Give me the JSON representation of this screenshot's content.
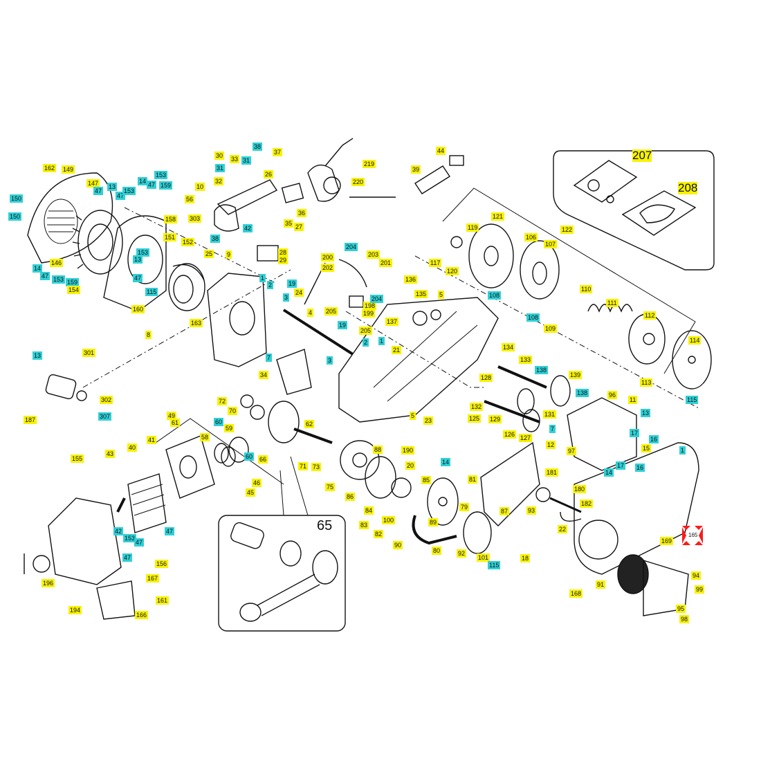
{
  "diagram": {
    "type": "exploded-parts-diagram",
    "highlight_color": "#f7f200",
    "alt_color": "#2fd0d6",
    "marker_color": "#ff1a1a"
  },
  "labels": [
    {
      "t": "162",
      "c": "y"
    },
    {
      "t": "149",
      "c": "y"
    },
    {
      "t": "150",
      "c": "c"
    },
    {
      "t": "150",
      "c": "c"
    },
    {
      "t": "147",
      "c": "y"
    },
    {
      "t": "47",
      "c": "c"
    },
    {
      "t": "13",
      "c": "c"
    },
    {
      "t": "47",
      "c": "c"
    },
    {
      "t": "153",
      "c": "c"
    },
    {
      "t": "14",
      "c": "c"
    },
    {
      "t": "47",
      "c": "c"
    },
    {
      "t": "153",
      "c": "c"
    },
    {
      "t": "159",
      "c": "c"
    },
    {
      "t": "158",
      "c": "y"
    },
    {
      "t": "151",
      "c": "y"
    },
    {
      "t": "152",
      "c": "y"
    },
    {
      "t": "146",
      "c": "y"
    },
    {
      "t": "14",
      "c": "c"
    },
    {
      "t": "47",
      "c": "c"
    },
    {
      "t": "153",
      "c": "c"
    },
    {
      "t": "159",
      "c": "c"
    },
    {
      "t": "154",
      "c": "y"
    },
    {
      "t": "13",
      "c": "c"
    },
    {
      "t": "153",
      "c": "c"
    },
    {
      "t": "47",
      "c": "c"
    },
    {
      "t": "115",
      "c": "c"
    },
    {
      "t": "160",
      "c": "y"
    },
    {
      "t": "38",
      "c": "c"
    },
    {
      "t": "25",
      "c": "y"
    },
    {
      "t": "9",
      "c": "y"
    },
    {
      "t": "30",
      "c": "y"
    },
    {
      "t": "33",
      "c": "y"
    },
    {
      "t": "31",
      "c": "c"
    },
    {
      "t": "31",
      "c": "c"
    },
    {
      "t": "38",
      "c": "c"
    },
    {
      "t": "26",
      "c": "y"
    },
    {
      "t": "32",
      "c": "y"
    },
    {
      "t": "10",
      "c": "y"
    },
    {
      "t": "56",
      "c": "y"
    },
    {
      "t": "303",
      "c": "y"
    },
    {
      "t": "42",
      "c": "c"
    },
    {
      "t": "37",
      "c": "y"
    },
    {
      "t": "36",
      "c": "y"
    },
    {
      "t": "35",
      "c": "y"
    },
    {
      "t": "27",
      "c": "y"
    },
    {
      "t": "28",
      "c": "y"
    },
    {
      "t": "29",
      "c": "y"
    },
    {
      "t": "219",
      "c": "y"
    },
    {
      "t": "220",
      "c": "y"
    },
    {
      "t": "44",
      "c": "y"
    },
    {
      "t": "39",
      "c": "y"
    },
    {
      "t": "204",
      "c": "c"
    },
    {
      "t": "200",
      "c": "y"
    },
    {
      "t": "202",
      "c": "y"
    },
    {
      "t": "203",
      "c": "y"
    },
    {
      "t": "201",
      "c": "y"
    },
    {
      "t": "1",
      "c": "c"
    },
    {
      "t": "2",
      "c": "c"
    },
    {
      "t": "19",
      "c": "c"
    },
    {
      "t": "24",
      "c": "y"
    },
    {
      "t": "3",
      "c": "c"
    },
    {
      "t": "4",
      "c": "y"
    },
    {
      "t": "205",
      "c": "y"
    },
    {
      "t": "198",
      "c": "y"
    },
    {
      "t": "204",
      "c": "c"
    },
    {
      "t": "199",
      "c": "y"
    },
    {
      "t": "19",
      "c": "c"
    },
    {
      "t": "205",
      "c": "y"
    },
    {
      "t": "2",
      "c": "c"
    },
    {
      "t": "1",
      "c": "c"
    },
    {
      "t": "136",
      "c": "y"
    },
    {
      "t": "135",
      "c": "y"
    },
    {
      "t": "5",
      "c": "y"
    },
    {
      "t": "137",
      "c": "y"
    },
    {
      "t": "117",
      "c": "y"
    },
    {
      "t": "119",
      "c": "y"
    },
    {
      "t": "121",
      "c": "y"
    },
    {
      "t": "120",
      "c": "y"
    },
    {
      "t": "108",
      "c": "c"
    },
    {
      "t": "106",
      "c": "y"
    },
    {
      "t": "107",
      "c": "y"
    },
    {
      "t": "122",
      "c": "y"
    },
    {
      "t": "108",
      "c": "c"
    },
    {
      "t": "109",
      "c": "y"
    },
    {
      "t": "110",
      "c": "y"
    },
    {
      "t": "111",
      "c": "y"
    },
    {
      "t": "112",
      "c": "y"
    },
    {
      "t": "114",
      "c": "y"
    },
    {
      "t": "113",
      "c": "y"
    },
    {
      "t": "115",
      "c": "c"
    },
    {
      "t": "163",
      "c": "y"
    },
    {
      "t": "8",
      "c": "y"
    },
    {
      "t": "13",
      "c": "c"
    },
    {
      "t": "301",
      "c": "y"
    },
    {
      "t": "302",
      "c": "y"
    },
    {
      "t": "307",
      "c": "c"
    },
    {
      "t": "187",
      "c": "y"
    },
    {
      "t": "7",
      "c": "c"
    },
    {
      "t": "34",
      "c": "y"
    },
    {
      "t": "3",
      "c": "c"
    },
    {
      "t": "21",
      "c": "y"
    },
    {
      "t": "134",
      "c": "y"
    },
    {
      "t": "133",
      "c": "y"
    },
    {
      "t": "138",
      "c": "c"
    },
    {
      "t": "139",
      "c": "y"
    },
    {
      "t": "128",
      "c": "y"
    },
    {
      "t": "138",
      "c": "c"
    },
    {
      "t": "96",
      "c": "y"
    },
    {
      "t": "11",
      "c": "y"
    },
    {
      "t": "13",
      "c": "c"
    },
    {
      "t": "132",
      "c": "y"
    },
    {
      "t": "125",
      "c": "y"
    },
    {
      "t": "129",
      "c": "y"
    },
    {
      "t": "131",
      "c": "y"
    },
    {
      "t": "7",
      "c": "c"
    },
    {
      "t": "126",
      "c": "y"
    },
    {
      "t": "127",
      "c": "y"
    },
    {
      "t": "12",
      "c": "y"
    },
    {
      "t": "97",
      "c": "y"
    },
    {
      "t": "17",
      "c": "c"
    },
    {
      "t": "16",
      "c": "c"
    },
    {
      "t": "15",
      "c": "y"
    },
    {
      "t": "17",
      "c": "c"
    },
    {
      "t": "16",
      "c": "c"
    },
    {
      "t": "14",
      "c": "c"
    },
    {
      "t": "1",
      "c": "c"
    },
    {
      "t": "72",
      "c": "y"
    },
    {
      "t": "70",
      "c": "y"
    },
    {
      "t": "49",
      "c": "y"
    },
    {
      "t": "61",
      "c": "y"
    },
    {
      "t": "60",
      "c": "c"
    },
    {
      "t": "59",
      "c": "y"
    },
    {
      "t": "58",
      "c": "y"
    },
    {
      "t": "62",
      "c": "y"
    },
    {
      "t": "60",
      "c": "c"
    },
    {
      "t": "66",
      "c": "y"
    },
    {
      "t": "41",
      "c": "y"
    },
    {
      "t": "40",
      "c": "y"
    },
    {
      "t": "43",
      "c": "y"
    },
    {
      "t": "155",
      "c": "y"
    },
    {
      "t": "71",
      "c": "y"
    },
    {
      "t": "73",
      "c": "y"
    },
    {
      "t": "75",
      "c": "y"
    },
    {
      "t": "88",
      "c": "y"
    },
    {
      "t": "86",
      "c": "y"
    },
    {
      "t": "46",
      "c": "y"
    },
    {
      "t": "45",
      "c": "y"
    },
    {
      "t": "5",
      "c": "y"
    },
    {
      "t": "23",
      "c": "y"
    },
    {
      "t": "190",
      "c": "y"
    },
    {
      "t": "20",
      "c": "y"
    },
    {
      "t": "14",
      "c": "c"
    },
    {
      "t": "85",
      "c": "y"
    },
    {
      "t": "84",
      "c": "y"
    },
    {
      "t": "83",
      "c": "y"
    },
    {
      "t": "100",
      "c": "y"
    },
    {
      "t": "82",
      "c": "y"
    },
    {
      "t": "89",
      "c": "y"
    },
    {
      "t": "79",
      "c": "y"
    },
    {
      "t": "90",
      "c": "y"
    },
    {
      "t": "80",
      "c": "y"
    },
    {
      "t": "92",
      "c": "y"
    },
    {
      "t": "101",
      "c": "y"
    },
    {
      "t": "115",
      "c": "c"
    },
    {
      "t": "81",
      "c": "y"
    },
    {
      "t": "87",
      "c": "y"
    },
    {
      "t": "181",
      "c": "y"
    },
    {
      "t": "180",
      "c": "y"
    },
    {
      "t": "182",
      "c": "y"
    },
    {
      "t": "93",
      "c": "y"
    },
    {
      "t": "22",
      "c": "y"
    },
    {
      "t": "18",
      "c": "y"
    },
    {
      "t": "169",
      "c": "y"
    },
    {
      "t": "94",
      "c": "y"
    },
    {
      "t": "91",
      "c": "y"
    },
    {
      "t": "99",
      "c": "y"
    },
    {
      "t": "95",
      "c": "y"
    },
    {
      "t": "98",
      "c": "y"
    },
    {
      "t": "168",
      "c": "y"
    },
    {
      "t": "42",
      "c": "c"
    },
    {
      "t": "47",
      "c": "c"
    },
    {
      "t": "153",
      "c": "c"
    },
    {
      "t": "47",
      "c": "c"
    },
    {
      "t": "156",
      "c": "y"
    },
    {
      "t": "47",
      "c": "c"
    },
    {
      "t": "167",
      "c": "y"
    },
    {
      "t": "196",
      "c": "y"
    },
    {
      "t": "161",
      "c": "y"
    },
    {
      "t": "194",
      "c": "y"
    },
    {
      "t": "166",
      "c": "y"
    },
    {
      "t": "207",
      "c": "big"
    },
    {
      "t": "208",
      "c": "big"
    },
    {
      "t": "65",
      "c": "plain"
    },
    {
      "t": "165",
      "c": "marker"
    }
  ]
}
